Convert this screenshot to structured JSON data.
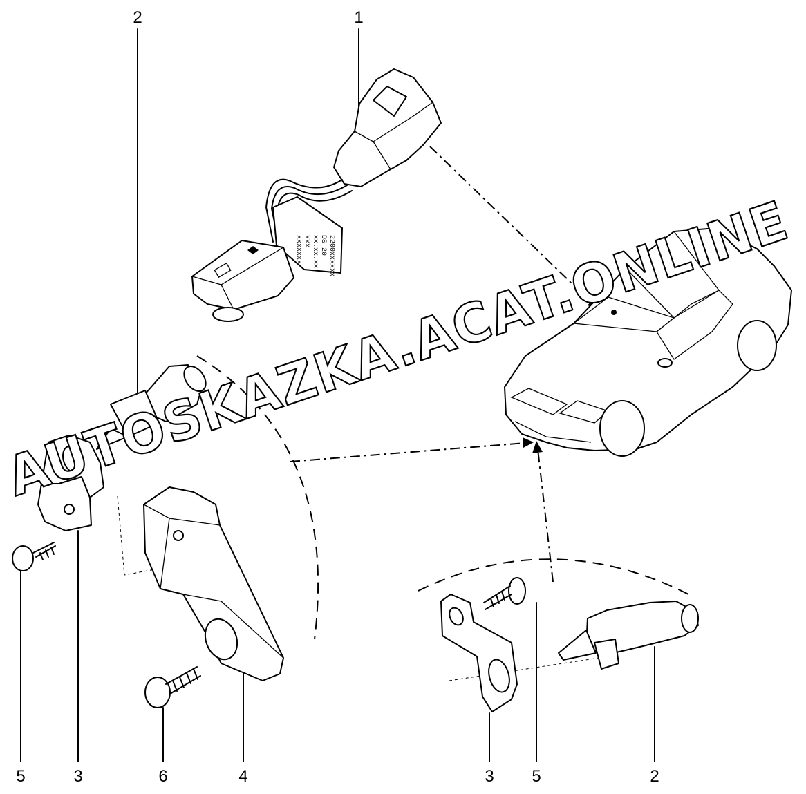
{
  "watermark": "AUTOSKAZKA.ACAT.ONLINE",
  "callouts": [
    {
      "id": "connector-harness",
      "label": "1"
    },
    {
      "id": "sensor-top",
      "label": "2"
    },
    {
      "id": "sensor-bottom",
      "label": "2"
    },
    {
      "id": "bracket-left",
      "label": "3"
    },
    {
      "id": "bracket-right",
      "label": "3"
    },
    {
      "id": "cover",
      "label": "4"
    },
    {
      "id": "screw-left",
      "label": "5"
    },
    {
      "id": "screw-right",
      "label": "5"
    },
    {
      "id": "bolt",
      "label": "6"
    }
  ],
  "label_text": {
    "lines": [
      "2200xxxxxx",
      "DS 20",
      "xx.xx.xx",
      "xxx",
      "xxxxxxx"
    ]
  }
}
